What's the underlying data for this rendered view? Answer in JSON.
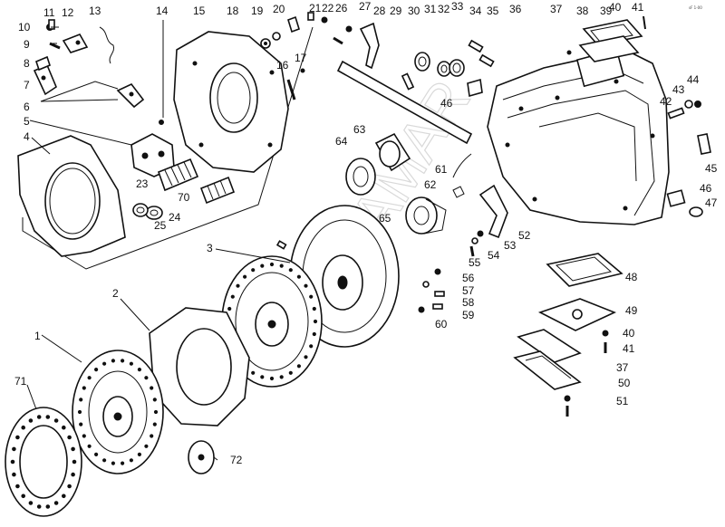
{
  "watermark": "SAMAR",
  "corner_code": "sF 1-00",
  "callouts": [
    "1",
    "2",
    "3",
    "4",
    "5",
    "6",
    "7",
    "8",
    "9",
    "10",
    "11",
    "12",
    "13",
    "14",
    "15",
    "16",
    "17",
    "18",
    "19",
    "20",
    "21",
    "22",
    "23",
    "24",
    "25",
    "26",
    "27",
    "28",
    "29",
    "30",
    "31",
    "32",
    "33",
    "34",
    "35",
    "36",
    "37",
    "38",
    "39",
    "40",
    "41",
    "42",
    "43",
    "44",
    "45",
    "46",
    "47",
    "48",
    "49",
    "50",
    "51",
    "52",
    "53",
    "54",
    "55",
    "56",
    "57",
    "58",
    "59",
    "60",
    "61",
    "62",
    "63",
    "64",
    "65",
    "70",
    "71",
    "72"
  ],
  "callouts_repeat": [
    "37",
    "40",
    "41",
    "46"
  ]
}
